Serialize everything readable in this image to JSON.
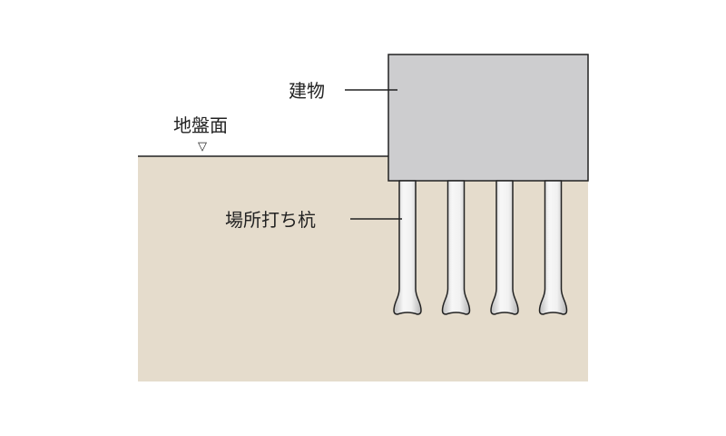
{
  "labels": {
    "building": "建物",
    "ground_surface": "地盤面",
    "piles": "場所打ち杭"
  },
  "ground_marker": "▽",
  "colors": {
    "soil": "#e5dccc",
    "building": "#cdcdcf",
    "outline": "#222222",
    "pile_light": "#f4f4f4",
    "pile_shade": "#c9c9c9"
  },
  "pile_count": 4
}
